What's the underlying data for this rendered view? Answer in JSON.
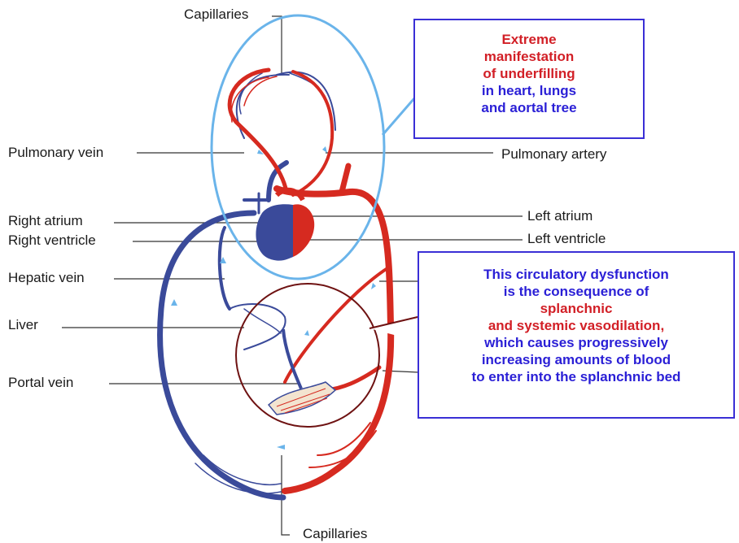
{
  "labels": {
    "capillaries_top": "Capillaries",
    "capillaries_bottom": "Capillaries",
    "pulmonary_vein": "Pulmonary vein",
    "pulmonary_artery": "Pulmonary artery",
    "right_atrium": "Right atrium",
    "right_ventricle": "Right ventricle",
    "left_atrium": "Left atrium",
    "left_ventricle": "Left ventricle",
    "hepatic_vein": "Hepatic vein",
    "liver": "Liver",
    "portal_vein": "Portal vein"
  },
  "callouts": {
    "top": [
      {
        "text": "Extreme",
        "color": "red"
      },
      {
        "text": "manifestation",
        "color": "red"
      },
      {
        "text": "of underfilling",
        "color": "red"
      },
      {
        "text": "in heart, lungs",
        "color": "blue"
      },
      {
        "text": "and aortal tree",
        "color": "blue"
      }
    ],
    "bottom": [
      {
        "text": "This circulatory dysfunction",
        "color": "blue"
      },
      {
        "text": "is the consequence of",
        "color": "blue"
      },
      {
        "text": "splanchnic",
        "color": "red"
      },
      {
        "text": "and systemic vasodilation,",
        "color": "red"
      },
      {
        "text": "which causes progressively",
        "color": "blue"
      },
      {
        "text": "increasing amounts of blood",
        "color": "blue"
      },
      {
        "text": "to enter into the splanchnic bed",
        "color": "blue"
      }
    ]
  },
  "colors": {
    "arterial": "#d62a20",
    "venous": "#3a4a9a",
    "top_highlight": "#6ab4ea",
    "bottom_highlight": "#6e1212",
    "callout_border": "#3a2fd6",
    "text_red": "#d21f26",
    "text_blue": "#2a1fd6"
  }
}
